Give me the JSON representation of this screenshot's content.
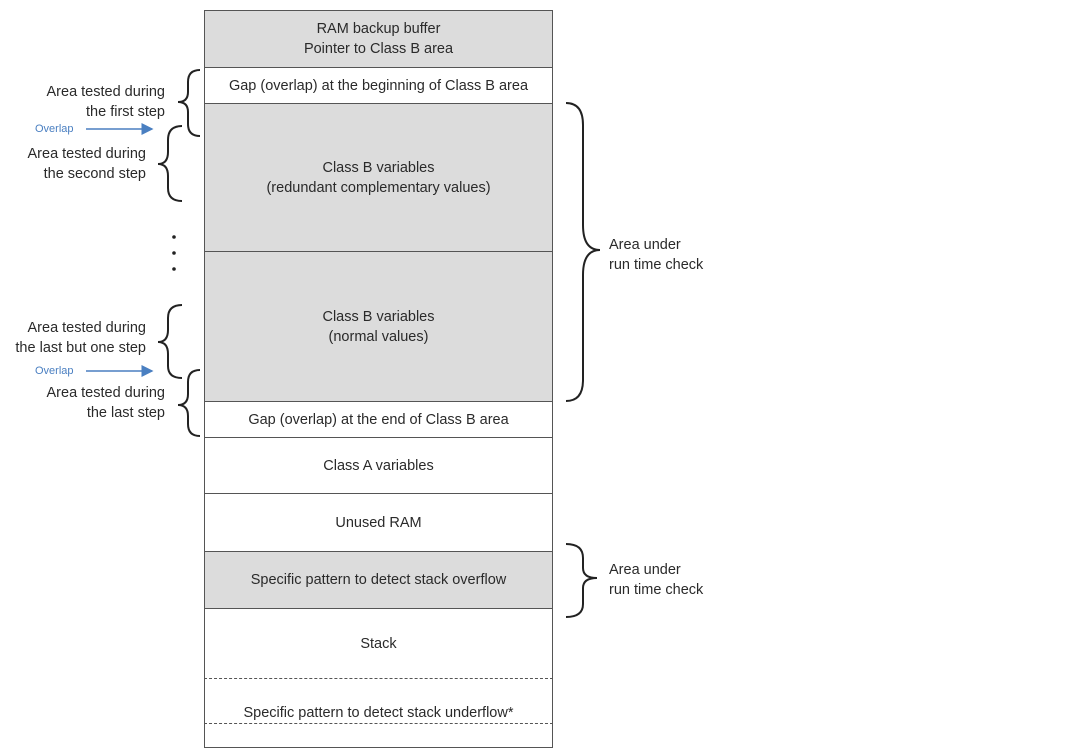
{
  "memory_blocks": [
    {
      "lines": [
        "RAM backup buffer",
        "Pointer to Class B area"
      ]
    },
    {
      "lines": [
        "Gap (overlap) at the beginning of Class B area"
      ]
    },
    {
      "lines": [
        "Class B variables",
        "(redundant complementary values)"
      ]
    },
    {
      "lines": [
        "Class B variables",
        "(normal values)"
      ]
    },
    {
      "lines": [
        "Gap (overlap) at the end of Class B area"
      ]
    },
    {
      "lines": [
        "Class A variables"
      ]
    },
    {
      "lines": [
        "Unused RAM"
      ]
    },
    {
      "lines": [
        "Specific pattern to detect stack overflow"
      ]
    },
    {
      "lines": [
        "Stack"
      ]
    },
    {
      "lines": [
        "Specific pattern to detect stack underflow*"
      ]
    }
  ],
  "left_annotations": {
    "first_step": [
      "Area tested during",
      "the first step"
    ],
    "second_step": [
      "Area tested during",
      "the second step"
    ],
    "last_but_one_step": [
      "Area tested during",
      "the last but one step"
    ],
    "last_step": [
      "Area tested during",
      "the last step"
    ],
    "overlap_top": "Overlap",
    "overlap_bottom": "Overlap"
  },
  "right_annotations": {
    "runtime_check_top": [
      "Area under",
      "run time check"
    ],
    "runtime_check_bottom": [
      "Area under",
      "run time check"
    ]
  },
  "colors": {
    "shaded_block": "#dcdcdc",
    "overlap_arrow": "#4a7fc1"
  }
}
